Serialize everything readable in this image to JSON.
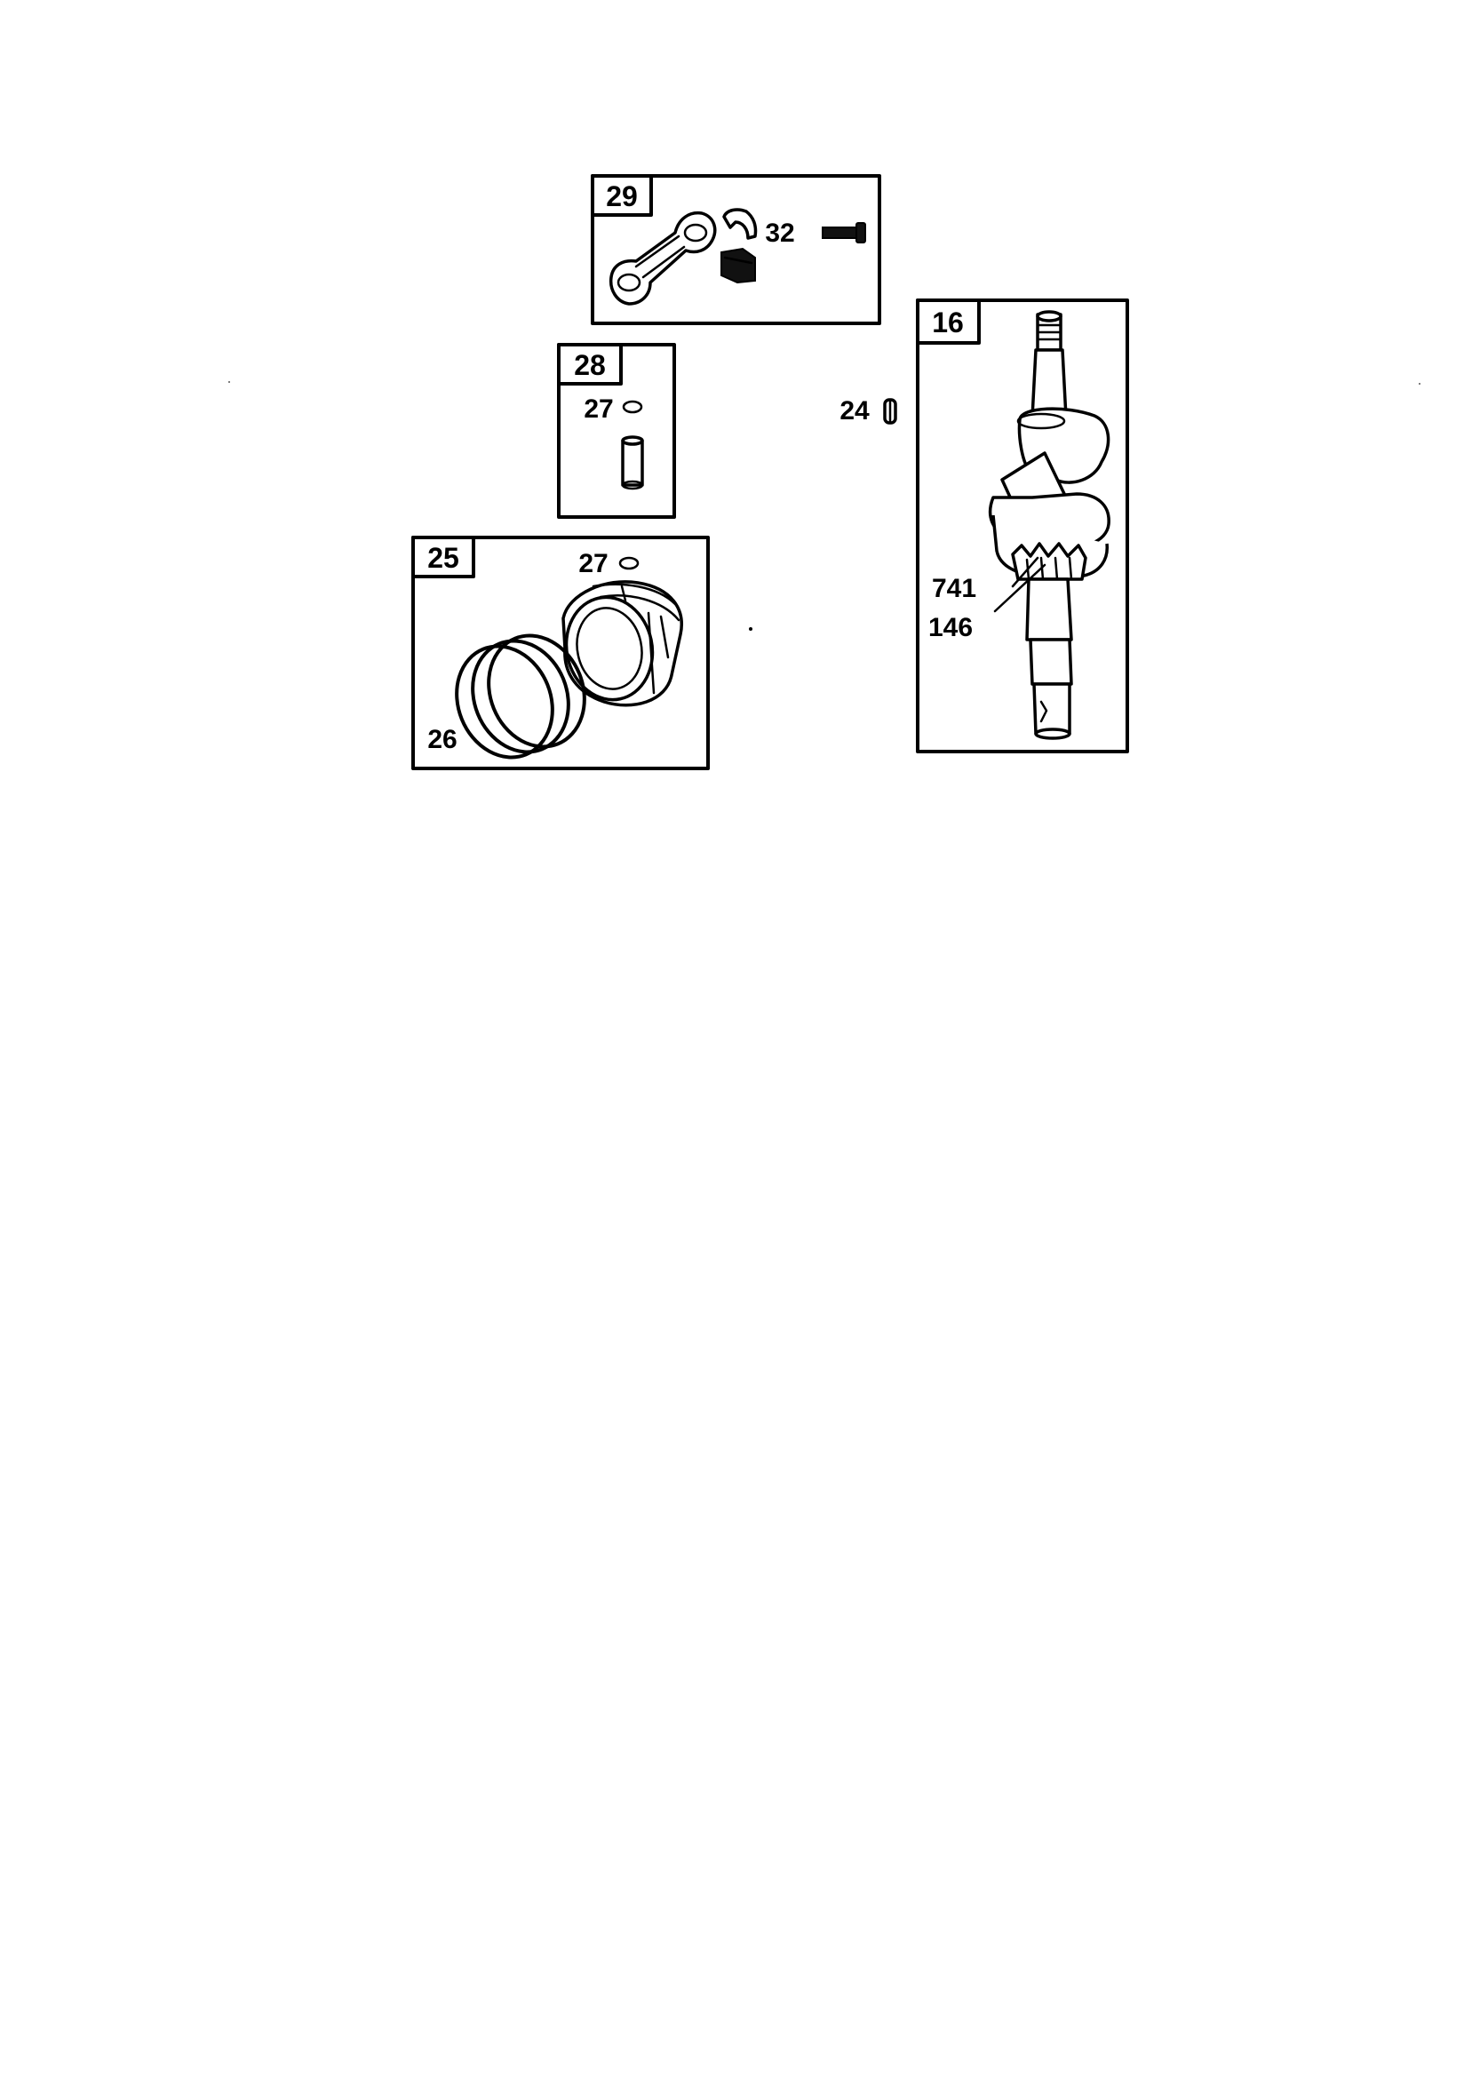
{
  "boxes": {
    "rod_assembly": "29",
    "pin_assembly": "28",
    "piston_assembly": "25",
    "crankshaft": "16"
  },
  "callouts": {
    "rod_bolt": "32",
    "pin_retainer_a": "27",
    "key": "24",
    "pin_retainer_b": "27",
    "gear": "741",
    "gear_key": "146",
    "rings": "26"
  }
}
